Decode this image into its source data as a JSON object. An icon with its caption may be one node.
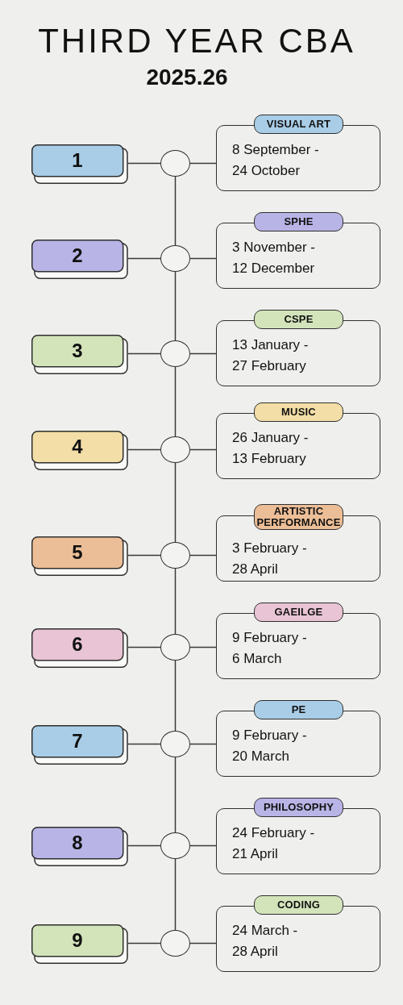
{
  "diagram": {
    "title": "THIRD YEAR CBA",
    "nodes": [
      {
        "text": [
          "1"
        ]
      },
      {
        "text": [],
        "shape": "circle"
      },
      {
        "text": [
          "VISUAL ART"
        ]
      },
      {
        "text": [
          "8 September - 24 October"
        ]
      },
      {
        "text": [
          "2"
        ]
      },
      {
        "text": [],
        "shape": "circle"
      },
      {
        "text": [
          "SPHE"
        ]
      },
      {
        "text": [
          "3 November - 12 December"
        ]
      },
      {
        "text": [
          "3"
        ]
      },
      {
        "text": [],
        "shape": "circle"
      },
      {
        "text": [
          "CSPE"
        ]
      },
      {
        "text": [
          "13 January - 27 February"
        ]
      },
      {
        "text": [
          "4"
        ]
      },
      {
        "text": [],
        "shape": "circle"
      },
      {
        "text": [
          "MUSIC"
        ]
      },
      {
        "text": [
          "26 January - 13 February"
        ]
      },
      {
        "text": [
          "5"
        ]
      },
      {
        "text": [],
        "shape": "circle"
      },
      {
        "text": [
          "ARTISTIC PERFORMANCE"
        ]
      },
      {
        "text": [
          "3 February - 28 April"
        ]
      },
      {
        "text": [
          "6"
        ]
      },
      {
        "text": [],
        "shape": "circle"
      },
      {
        "text": [
          "GAEILGE"
        ]
      },
      {
        "text": [
          "9 February - 6 March"
        ]
      },
      {
        "text": [
          "7"
        ]
      },
      {
        "text": [],
        "shape": "circle"
      },
      {
        "text": [
          "PE"
        ]
      },
      {
        "text": [
          "9 February - 20 March"
        ]
      },
      {
        "text": [
          "8"
        ]
      },
      {
        "text": [],
        "shape": "circle"
      },
      {
        "text": [
          "PHILOSOPHY"
        ]
      },
      {
        "text": [
          "24 February - 21 April"
        ]
      },
      {
        "text": [
          "9"
        ]
      },
      {
        "text": [],
        "shape": "circle"
      },
      {
        "text": [
          "CODING"
        ]
      },
      {
        "text": [
          "24 March - 28 April"
        ]
      }
    ],
    "edges": [
      {
        "from": 0,
        "to": 1,
        "arrow": "none"
      },
      {
        "from": 1,
        "to": 3,
        "arrow": "none"
      },
      {
        "from": 1,
        "to": 5,
        "arrow": "none"
      },
      {
        "from": 4,
        "to": 5,
        "arrow": "none"
      },
      {
        "from": 5,
        "to": 7,
        "arrow": "none"
      },
      {
        "from": 5,
        "to": 9,
        "arrow": "none"
      },
      {
        "from": 8,
        "to": 9,
        "arrow": "none"
      },
      {
        "from": 9,
        "to": 11,
        "arrow": "none"
      },
      {
        "from": 9,
        "to": 13,
        "arrow": "none"
      },
      {
        "from": 12,
        "to": 13,
        "arrow": "none"
      },
      {
        "from": 13,
        "to": 15,
        "arrow": "none"
      },
      {
        "from": 13,
        "to": 17,
        "arrow": "none"
      },
      {
        "from": 16,
        "to": 17,
        "arrow": "none"
      },
      {
        "from": 17,
        "to": 19,
        "arrow": "none"
      },
      {
        "from": 17,
        "to": 21,
        "arrow": "none"
      },
      {
        "from": 20,
        "to": 21,
        "arrow": "none"
      },
      {
        "from": 21,
        "to": 23,
        "arrow": "none"
      },
      {
        "from": 21,
        "to": 25,
        "arrow": "none"
      },
      {
        "from": 24,
        "to": 25,
        "arrow": "none"
      },
      {
        "from": 25,
        "to": 27,
        "arrow": "none"
      },
      {
        "from": 25,
        "to": 29,
        "arrow": "none"
      },
      {
        "from": 28,
        "to": 29,
        "arrow": "none"
      },
      {
        "from": 29,
        "to": 31,
        "arrow": "none"
      },
      {
        "from": 29,
        "to": 33,
        "arrow": "none"
      },
      {
        "from": 32,
        "to": 33,
        "arrow": "none"
      },
      {
        "from": 33,
        "to": 35,
        "arrow": "none"
      }
    ],
    "labels": [
      "2025.26"
    ]
  }
}
